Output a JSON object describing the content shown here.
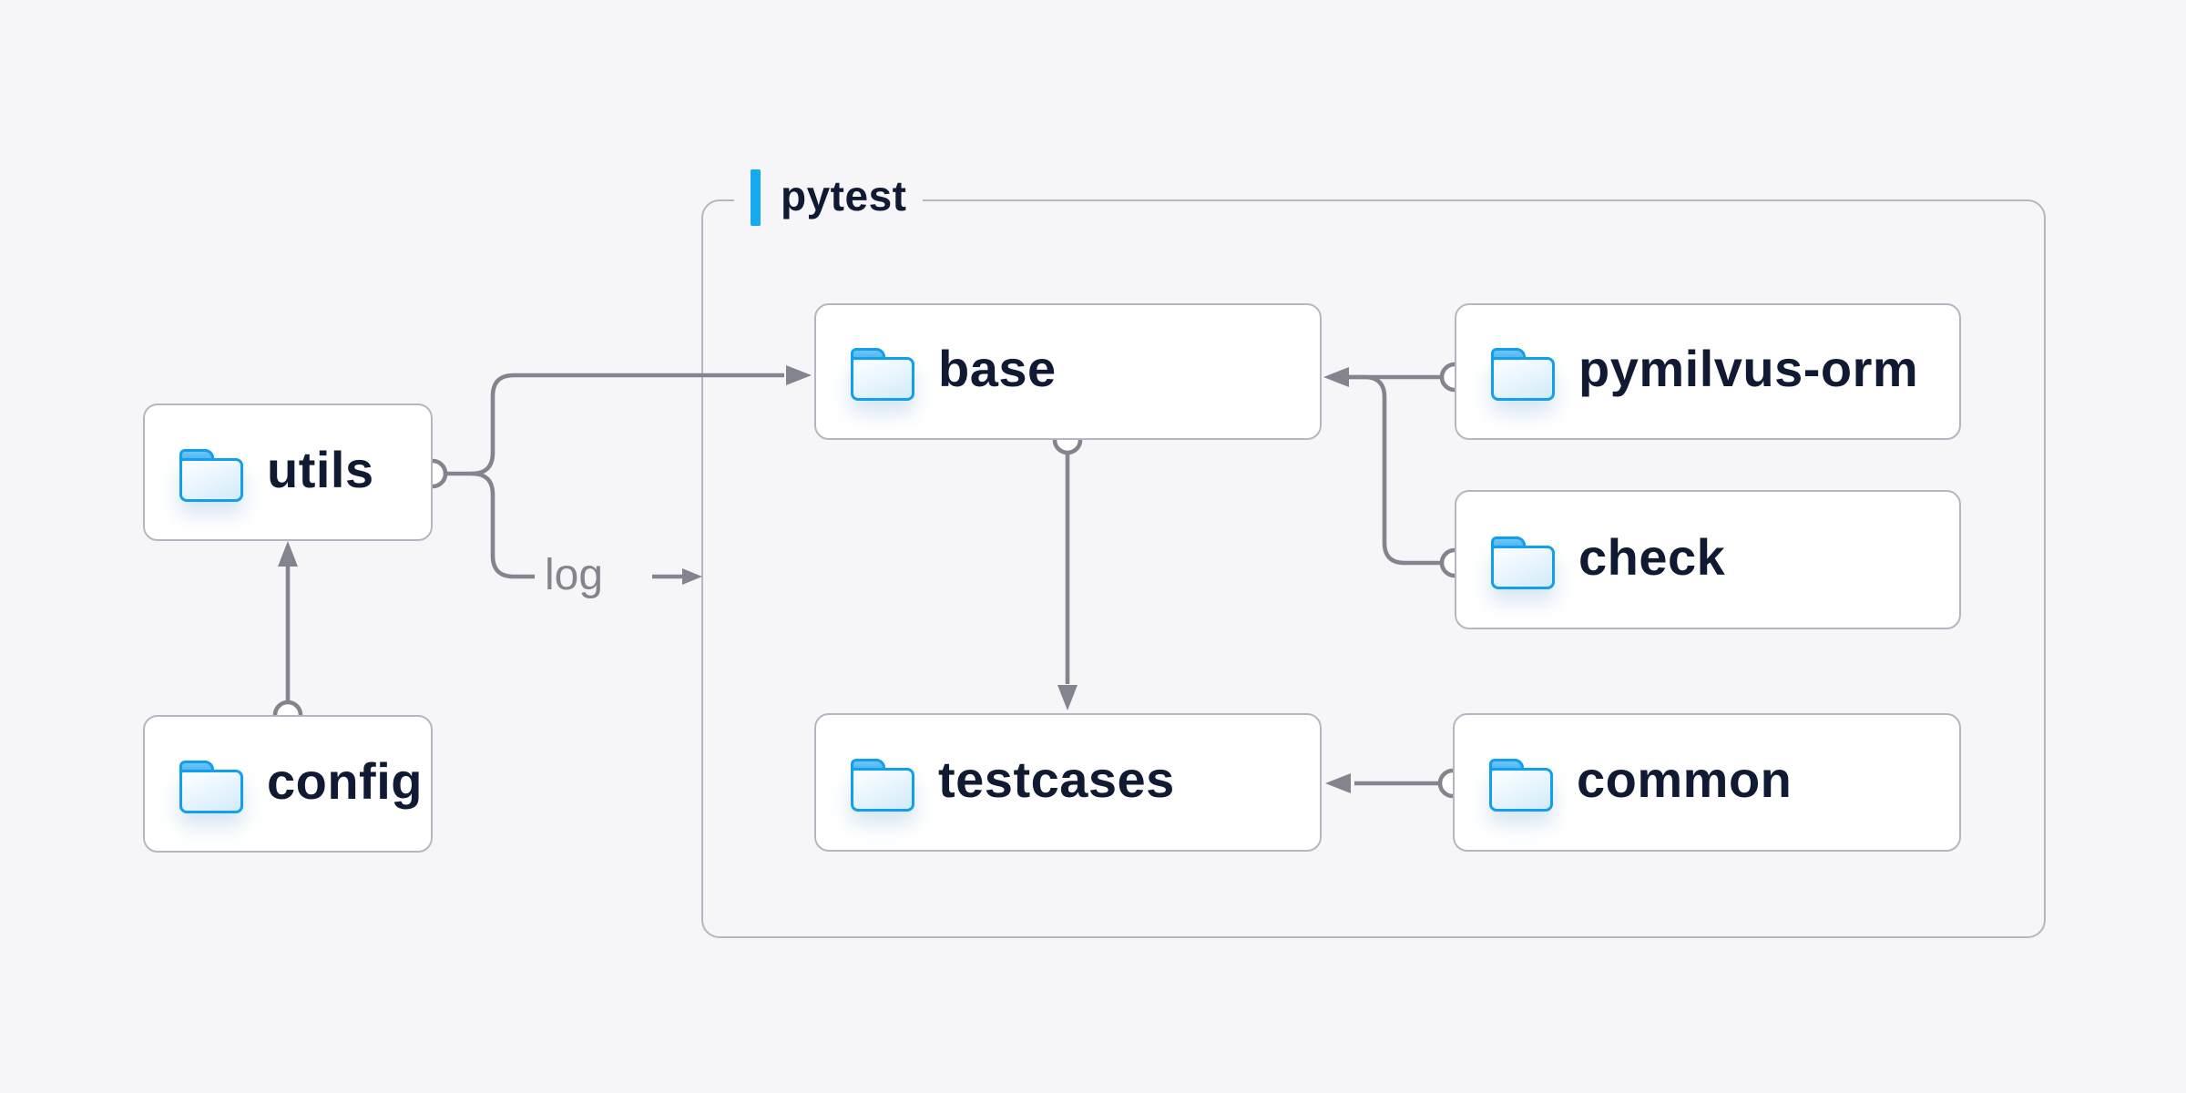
{
  "diagram": {
    "container": {
      "label": "pytest"
    },
    "nodes": {
      "utils": {
        "label": "utils",
        "icon": "folder-icon"
      },
      "config": {
        "label": "config",
        "icon": "folder-icon"
      },
      "base": {
        "label": "base",
        "icon": "folder-icon"
      },
      "pymilvus_orm": {
        "label": "pymilvus-orm",
        "icon": "folder-icon"
      },
      "check": {
        "label": "check",
        "icon": "folder-icon"
      },
      "testcases": {
        "label": "testcases",
        "icon": "folder-icon"
      },
      "common": {
        "label": "common",
        "icon": "folder-icon"
      }
    },
    "edges": [
      {
        "from": "config",
        "to": "utils",
        "label": ""
      },
      {
        "from": "utils",
        "to": "base",
        "label": ""
      },
      {
        "from": "utils",
        "to": "pytest-container",
        "label": "log"
      },
      {
        "from": "pymilvus-orm",
        "to": "base",
        "label": ""
      },
      {
        "from": "check",
        "to": "base",
        "label": ""
      },
      {
        "from": "base",
        "to": "testcases",
        "label": ""
      },
      {
        "from": "common",
        "to": "testcases",
        "label": ""
      }
    ],
    "colors": {
      "page_background": "#f6f6f8",
      "node_background": "#ffffff",
      "node_border": "#b6b6c3",
      "line_gray": "#84848f",
      "label_navy": "#101b33",
      "edge_label_gray": "#84848f",
      "accent_blue": "#16a9ee",
      "folder_blue": "#119fee"
    }
  }
}
